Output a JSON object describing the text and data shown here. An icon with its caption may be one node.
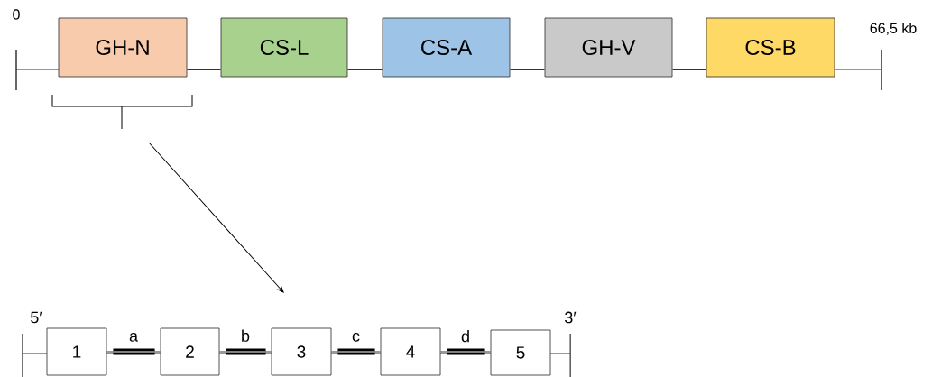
{
  "diagram": {
    "nodes": [
      {
        "text": [
          "GH-N"
        ]
      },
      {
        "text": [
          "CS-L"
        ]
      },
      {
        "text": [
          "CS-A"
        ]
      },
      {
        "text": [
          "GH-V"
        ]
      },
      {
        "text": [
          "CS-B"
        ]
      },
      {
        "text": [
          "1"
        ]
      },
      {
        "text": [
          "2"
        ]
      },
      {
        "text": [
          "3"
        ]
      },
      {
        "text": [
          "4"
        ]
      },
      {
        "text": [
          "5"
        ]
      }
    ],
    "edges": [
      {
        "from": 0,
        "to": 1,
        "arrow": "none"
      },
      {
        "from": 1,
        "to": 2,
        "arrow": "none"
      },
      {
        "from": 2,
        "to": 3,
        "arrow": "none"
      },
      {
        "from": 3,
        "to": 4,
        "arrow": "none"
      },
      {
        "from": 5,
        "to": 6,
        "arrow": "none",
        "label": "a",
        "style": "thick"
      },
      {
        "from": 6,
        "to": 7,
        "arrow": "none",
        "label": "b",
        "style": "thick"
      },
      {
        "from": 7,
        "to": 8,
        "arrow": "none",
        "label": "c",
        "style": "thick"
      },
      {
        "from": 8,
        "to": 9,
        "arrow": "none",
        "label": "d",
        "style": "thick"
      }
    ],
    "labels": [
      "0",
      "66,5 kb",
      "5′",
      "3′"
    ]
  }
}
